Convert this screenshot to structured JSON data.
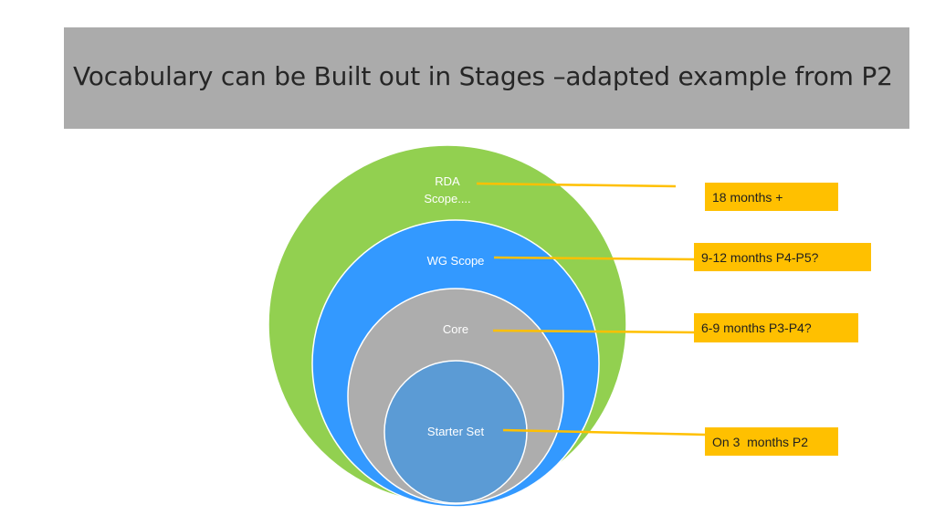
{
  "slide": {
    "title": "Vocabulary can be Built out in Stages –adapted example from P2"
  },
  "diagram": {
    "circles": [
      {
        "id": "rda",
        "label_lines": [
          "RDA",
          "Scope...."
        ],
        "color": "#92d050"
      },
      {
        "id": "wg",
        "label_lines": [
          "WG Scope"
        ],
        "color": "#3399ff"
      },
      {
        "id": "core",
        "label_lines": [
          "Core"
        ],
        "color": "#adadad"
      },
      {
        "id": "starter",
        "label_lines": [
          "Starter Set"
        ],
        "color": "#5b9bd5"
      }
    ],
    "stages": [
      {
        "id": "rda",
        "text": "18 months +"
      },
      {
        "id": "wg",
        "text": "9-12 months P4-P5?"
      },
      {
        "id": "core",
        "text": "6-9 months P3-P4?"
      },
      {
        "id": "starter",
        "text": "On 3  months P2"
      }
    ],
    "connector_color": "#ffc000",
    "label_color": "#ffc000"
  }
}
